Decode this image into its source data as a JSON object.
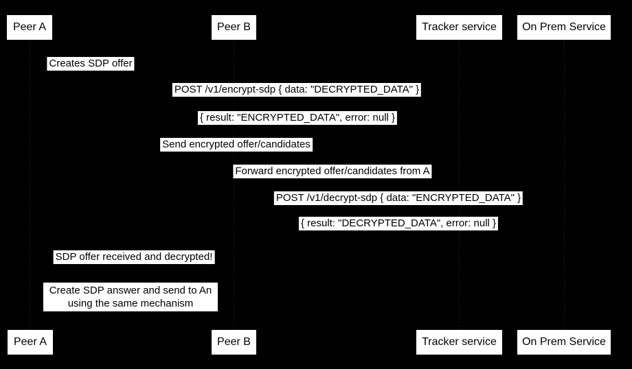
{
  "diagram": {
    "type": "sequence-diagram",
    "colors": {
      "background": "#000000",
      "label_background": "#ffffff",
      "label_text": "#000000"
    },
    "actors": [
      {
        "label": "Peer A"
      },
      {
        "label": "Peer B"
      },
      {
        "label": "Tracker service"
      },
      {
        "label": "On Prem Service"
      }
    ],
    "messages": [
      {
        "kind": "note",
        "over": "Peer A",
        "text": "Creates SDP offer"
      },
      {
        "kind": "message",
        "from": "Peer A",
        "to": "On Prem Service",
        "text": "POST /v1/encrypt-sdp { data: \"DECRYPTED_DATA\" }"
      },
      {
        "kind": "message",
        "from": "On Prem Service",
        "to": "Peer A",
        "text": "{ result: \"ENCRYPTED_DATA\", error: null }"
      },
      {
        "kind": "message",
        "from": "Peer A",
        "to": "Tracker service",
        "text": "Send encrypted offer/candidates"
      },
      {
        "kind": "message",
        "from": "Tracker service",
        "to": "Peer B",
        "text": "Forward encrypted offer/candidates from A"
      },
      {
        "kind": "message",
        "from": "Peer B",
        "to": "On Prem Service",
        "text": "POST /v1/decrypt-sdp { data: \"ENCRYPTED_DATA\" }"
      },
      {
        "kind": "message",
        "from": "On Prem Service",
        "to": "Peer B",
        "text": "{ result: \"DECRYPTED_DATA\", error: null }"
      },
      {
        "kind": "message",
        "from": "Peer B",
        "to": "Peer A",
        "text": "SDP offer received and decrypted!"
      },
      {
        "kind": "note",
        "over": "Peer A, Peer B",
        "lines": {
          "0": "Create SDP answer and send to An",
          "1": "using the same mechanism"
        }
      }
    ]
  }
}
